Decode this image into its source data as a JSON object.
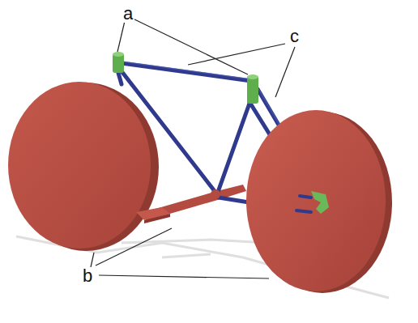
{
  "diagram": {
    "labels": [
      "a",
      "b",
      "c"
    ]
  }
}
